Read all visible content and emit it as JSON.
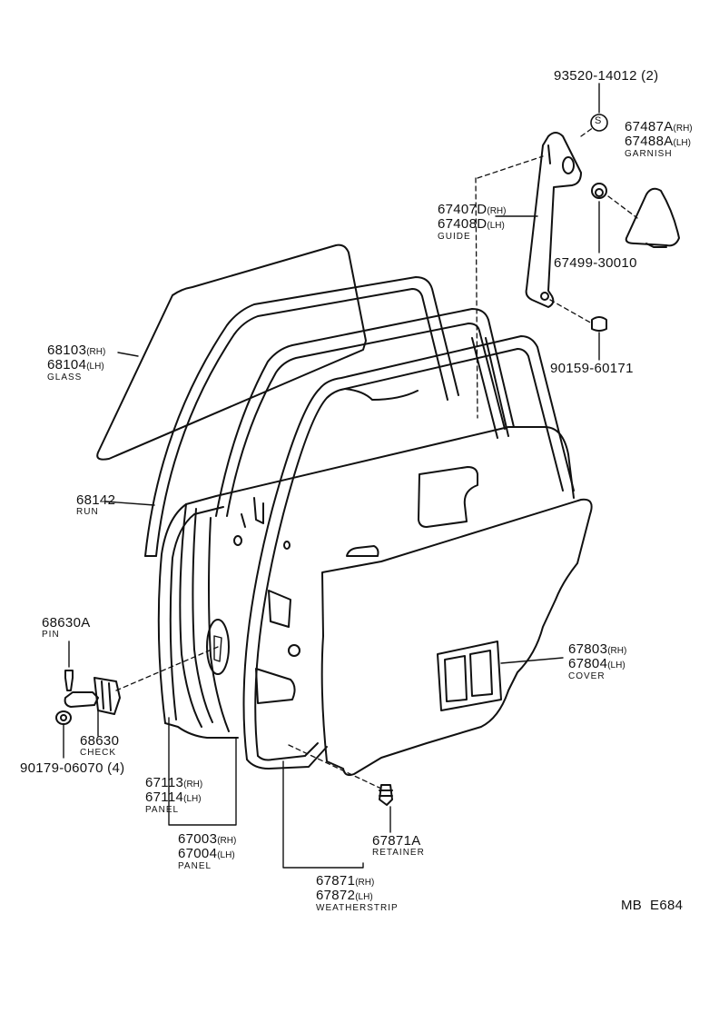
{
  "diagram": {
    "colors": {
      "ink": "#111111",
      "background": "#ffffff"
    },
    "parts": {
      "screw_93520": {
        "number": "93520-14012",
        "qty": "(2)"
      },
      "garnish": {
        "rh": "67487A",
        "lh": "67488A",
        "rh_tag": "(RH)",
        "lh_tag": "(LH)",
        "desc": "GARNISH"
      },
      "guide": {
        "rh": "67407D",
        "lh": "67408D",
        "rh_tag": "(RH)",
        "lh_tag": "(LH)",
        "desc": "GUIDE"
      },
      "clip_67499": {
        "number": "67499-30010"
      },
      "bolt_90159": {
        "number": "90159-60171"
      },
      "glass": {
        "rh": "68103",
        "lh": "68104",
        "rh_tag": "(RH)",
        "lh_tag": "(LH)",
        "desc": "GLASS"
      },
      "run": {
        "number": "68142",
        "desc": "RUN"
      },
      "pin": {
        "number": "68630A",
        "desc": "PIN"
      },
      "check": {
        "number": "68630",
        "desc": "CHECK"
      },
      "bolt_90179": {
        "number": "90179-06070",
        "qty": "(4)"
      },
      "panel_inner": {
        "rh": "67113",
        "lh": "67114",
        "rh_tag": "(RH)",
        "lh_tag": "(LH)",
        "desc": "PANEL"
      },
      "panel_outer": {
        "rh": "67003",
        "lh": "67004",
        "rh_tag": "(RH)",
        "lh_tag": "(LH)",
        "desc": "PANEL"
      },
      "cover": {
        "rh": "67803",
        "lh": "67804",
        "rh_tag": "(RH)",
        "lh_tag": "(LH)",
        "desc": "COVER"
      },
      "retainer": {
        "number": "67871A",
        "desc": "RETAINER"
      },
      "weatherstrip": {
        "rh": "67871",
        "lh": "67872",
        "rh_tag": "(RH)",
        "lh_tag": "(LH)",
        "desc": "WEATHERSTRIP"
      }
    },
    "screw_symbol": "S",
    "footer_code": "MB  E684"
  }
}
